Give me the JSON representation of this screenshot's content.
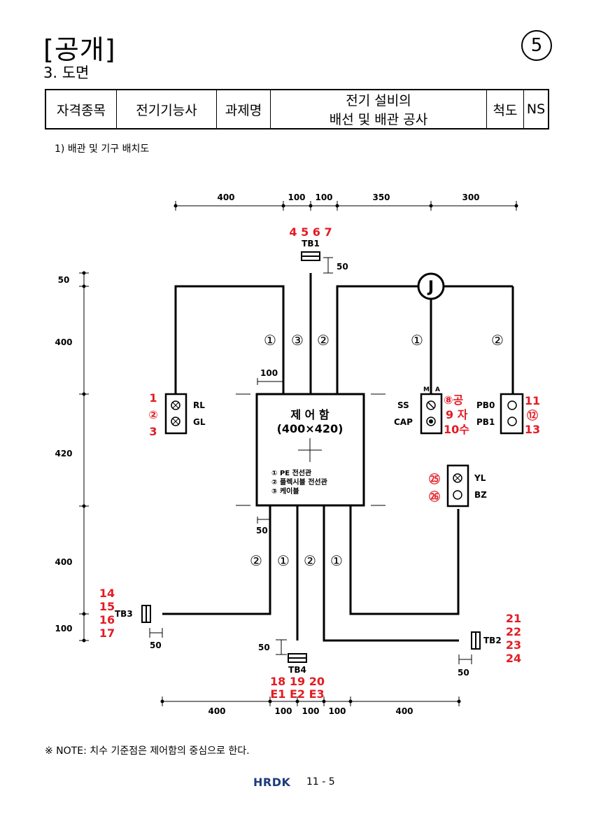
{
  "header": {
    "title": "[공개]",
    "subtitle": "3. 도면",
    "page_number": "5"
  },
  "info_table": {
    "qual_label": "자격종목",
    "qual_value": "전기기능사",
    "task_label": "과제명",
    "task_value_line1": "전기 설비의",
    "task_value_line2": "배선 및 배관 공사",
    "scale_label": "척도",
    "scale_value": "NS"
  },
  "section_title": "1) 배관 및 기구 배치도",
  "diagram": {
    "top_dims": [
      "400",
      "100",
      "100",
      "350",
      "300"
    ],
    "bottom_dims": [
      "400",
      "100",
      "100",
      "100",
      "400"
    ],
    "left_dims": [
      "50",
      "400",
      "420",
      "400",
      "100"
    ],
    "small_dims": {
      "tb1": "50",
      "box_top": "100",
      "box_bottom": "50",
      "tb3": "50",
      "tb4": "50",
      "tb2": "50"
    },
    "junction": "J",
    "control_box": {
      "title": "제 어 함",
      "size": "(400×420)",
      "legend": [
        "① PE 전선관",
        "② 플렉시블 전선관",
        "③ 케이블"
      ]
    },
    "pipe_marks_top": [
      "①",
      "③",
      "②",
      "①",
      "②"
    ],
    "pipe_marks_bottom": [
      "②",
      "①",
      "②",
      "①"
    ],
    "devices": {
      "tb1": "TB1",
      "tb2": "TB2",
      "tb3": "TB3",
      "tb4": "TB4",
      "rl": "RL",
      "gl": "GL",
      "ss": "SS",
      "cap": "CAP",
      "pb0": "PB0",
      "pb1": "PB1",
      "yl": "YL",
      "bz": "BZ",
      "m": "M",
      "a": "A"
    },
    "terminal_numbers": {
      "tb1": "4 5 6 7",
      "rl_gl": [
        "1",
        "②",
        "3"
      ],
      "ss_cap": [
        "⑧공",
        "9 자",
        "10수"
      ],
      "pb": [
        "11",
        "⑫",
        "13"
      ],
      "yl_bz": [
        "㉕",
        "㉖"
      ],
      "tb3": [
        "14",
        "15",
        "16",
        "17"
      ],
      "tb2": [
        "21",
        "22",
        "23",
        "24"
      ],
      "tb4_nums": "18 19 20",
      "tb4_earth": "E1 E2 E3"
    }
  },
  "note": "※ NOTE: 치수 기준점은 제어함의 중심으로 한다.",
  "footer": {
    "logo": "HRDK",
    "page": "11 - 5"
  }
}
